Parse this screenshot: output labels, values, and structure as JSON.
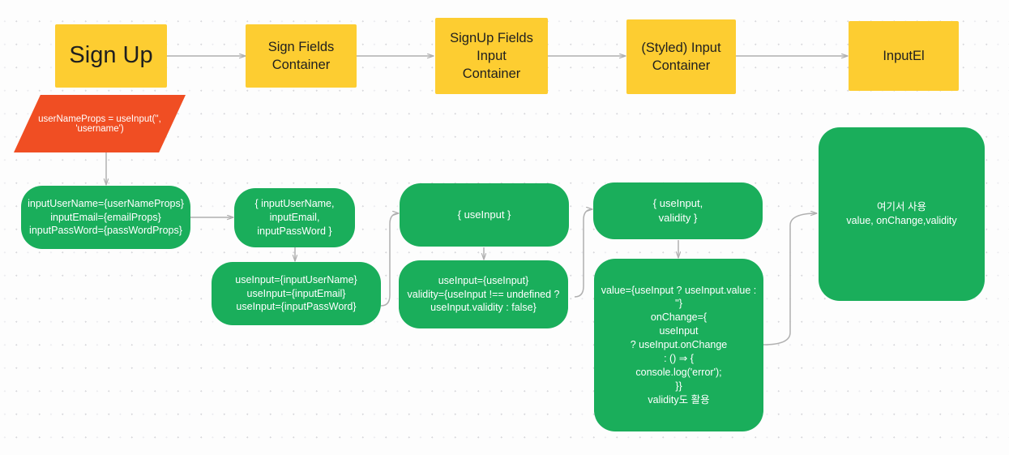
{
  "diagram": {
    "title": "Sign Up component prop-drilling flow",
    "colors": {
      "yellow": "#fdcd31",
      "green": "#1aae5b",
      "red": "#f04e23",
      "wire": "#b0b0b0",
      "background": "#fdfdfd"
    },
    "top_row": [
      {
        "id": "sign-up",
        "label": "Sign Up"
      },
      {
        "id": "sign-fields",
        "label": "Sign Fields\nContainer"
      },
      {
        "id": "signup-fields-input",
        "label": "SignUp Fields\nInput\nContainer"
      },
      {
        "id": "styled-input",
        "label": "(Styled) Input\nContainer"
      },
      {
        "id": "input-el",
        "label": "InputEl"
      }
    ],
    "note": {
      "id": "username-props-note",
      "label": "userNameProps =\nuseInput('', 'username')"
    },
    "green_nodes": [
      {
        "id": "input-props",
        "label": "inputUserName={userNameProps}\ninputEmail={emailProps}\ninputPassWord={passWordProps}"
      },
      {
        "id": "destructure-1",
        "label": "{ inputUserName,\ninputEmail,\ninputPassWord }"
      },
      {
        "id": "useinput-assign",
        "label": "useInput={inputUserName}\nuseInput={inputEmail}\nuseInput={inputPassWord}"
      },
      {
        "id": "destructure-2",
        "label": "{ useInput }"
      },
      {
        "id": "validity-assign",
        "label": "useInput={useInput}\nvalidity={useInput !== undefined ?\nuseInput.validity : false}"
      },
      {
        "id": "destructure-3",
        "label": "{ useInput,\nvalidity }"
      },
      {
        "id": "value-onchange",
        "label": "value={useInput ? useInput.value :\n''}\nonChange={\nuseInput\n? useInput.onChange\n: () ⇒ {\nconsole.log('error');\n}}\nvalidity도 활용"
      },
      {
        "id": "final-usage",
        "label": "여기서 사용\nvalue, onChange,validity"
      }
    ]
  }
}
